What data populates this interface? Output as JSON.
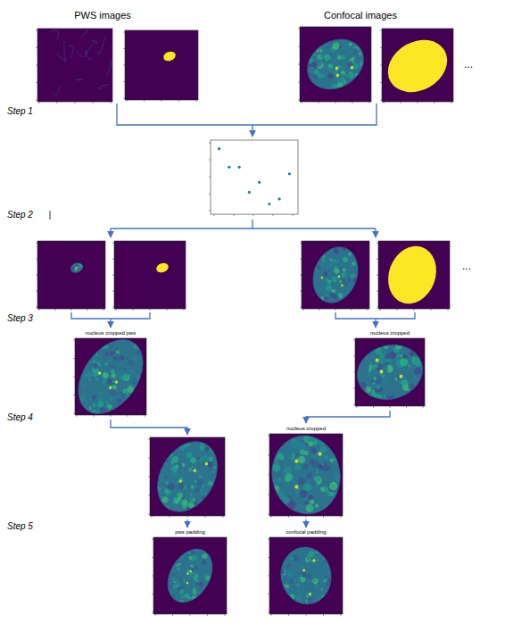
{
  "diagram": {
    "labels": [
      "PWS images",
      "Confocal images",
      "...",
      "Step 1",
      "Step 2",
      "...",
      "Step 3",
      "Step 4",
      "Step 5",
      "nucleus cropped pws",
      "nucleus cropped",
      "nucleus cropped",
      "pws padding",
      "confocal padding"
    ]
  }
}
